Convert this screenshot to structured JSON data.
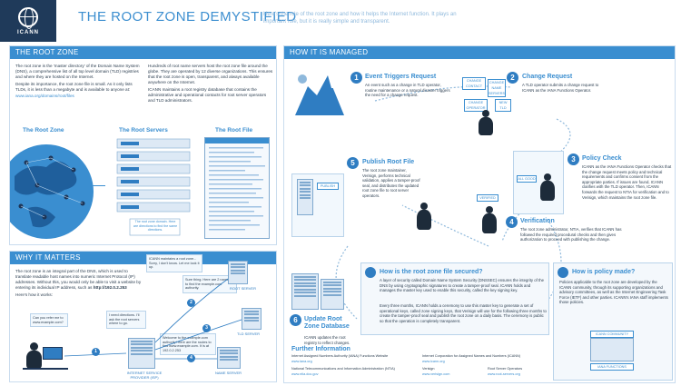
{
  "header": {
    "title": "THE ROOT ZONE DEMYSTIFIED",
    "tagline": "Here's the role of the root zone and how it helps the Internet function. It plays an important role, but it is really simple and transparent.",
    "logo_text": "ICANN"
  },
  "root_zone": {
    "heading": "THE ROOT ZONE",
    "p1": "The root zone is the 'master directory' of the Domain Name System (DNS), a comprehensive list of all top level domain (TLD) registries and where they are hosted on the Internet.",
    "p2": "Despite its importance, the root zone file is small. As it only lists TLDs, it is less than a megabyte and is available to anyone at:",
    "link": "www.iana.org/domains/root/files",
    "p3": "Hundreds of root name servers host the root zone file around the globe. They are operated by 12 diverse organizations. This ensures that the root zone is open, transparent, and always available anywhere on the Internet.",
    "p4": "ICANN maintains a root registry database that contains the administrative and operational contacts for root server operators and TLD administrators.",
    "col1": "The Root Zone",
    "col2": "The Root Servers",
    "col3": "The Root File",
    "caption": "The root zone domain. Here are directions to find the same directions."
  },
  "why": {
    "heading": "WHY IT MATTERS",
    "p1": "The root zone is an integral part of the DNS, which is used to translate readable host names into numeric Internet Protocol (IP) addresses. Without this, you would only be able to visit a website by entering its individual IP address, such as",
    "ip": "http://192.0.2.253",
    "p2": "Here's how it works:",
    "bubble1": "Can you refer me to www.example.com?",
    "bubble2": "ICANN maintains a root zone... Sorry, I don't know. Let me look it up.",
    "bubble3": "Sure thing. Here are 2 names to find the example.com authority.",
    "bubble4": "I need directions. I'll ask the root servers where to go.",
    "bubble5": "Welcome to the example.com authority! Here are the routes to find www.example.com. It is at 192.0.2.253",
    "label_tld": "TLD SERVER",
    "label_root": "ROOT SERVER",
    "label_isp": "INTERNET SERVICE PROVIDER (ISP)",
    "label_ns": "NAME SERVER",
    "n1": "1",
    "n2": "2",
    "n3": "3",
    "n4": "4"
  },
  "how": {
    "heading": "HOW IT IS MANAGED",
    "steps": [
      {
        "num": "1",
        "title": "Event Triggers Request",
        "body": "An event such as a change in TLD operator, routine maintenance or a natural disaster triggers the need for a change request."
      },
      {
        "num": "2",
        "title": "Change Request",
        "body": "A TLD operator submits a change request to ICANN as the IANA Functions Operator."
      },
      {
        "num": "3",
        "title": "Policy Check",
        "body": "ICANN as the IANA Functions Operator checks that the change request meets policy and technical requirements and confirms consent from the appropriate parties. If issues are found, ICANN clarifies with the TLD operator. Then, ICANN forwards the request to NTIA for verification and to Verisign, which maintains the root zone file."
      },
      {
        "num": "4",
        "title": "Verification",
        "body": "The root zone administrator, NTIA, verifies that ICANN has followed the required procedural checks and then gives authorization to proceed with publishing the change."
      },
      {
        "num": "5",
        "title": "Publish Root File",
        "body": "The root zone maintainer, Verisign, performs technical validation, applies a tamper-proof seal, and distributes the updated root zone file to root server operators."
      },
      {
        "num": "6",
        "title": "Update Root Zone Database",
        "body": "ICANN updates the root registry to reflect changes."
      }
    ],
    "tags": {
      "change_contact": "CHANGE CONTACT",
      "change_ns": "CHANGE NAME SERVERS",
      "change_operator": "CHANGE OPERATOR",
      "new_tld": "NEW TLD",
      "all_good": "ALL GOOD",
      "publish": "PUBLISH",
      "verified": "VERIFIED"
    },
    "secured": {
      "heading": "How is the root zone file secured?",
      "p1": "A layer of security called Domain Name System Security (DNSSEC) ensures the integrity of the DNS by using cryptographic signatures to create a tamper-proof seal. ICANN holds and manages the master key used to enable this security, called the key signing key.",
      "p2": "Every three months, ICANN holds a ceremony to use this master key to generate a set of operational keys, called zone signing keys, that Verisign will use for the following three months to create the tamper-proof seal and publish the root zone on a daily basis. The ceremony is public so that the operation is completely transparent."
    },
    "policy": {
      "heading": "How is policy made?",
      "p1": "Policies applicable to the root zone are developed by the ICANN community, through its supporting organizations and advisory committees, as well as the Internet Engineering Task Force (IETF) and other parties. ICANN's IANA staff implements those policies.",
      "label1": "ICANN COMMUNITY",
      "label2": "IANA FUNCTIONS"
    },
    "further": {
      "heading": "Further Information",
      "items": [
        {
          "label": "Internet Assigned Numbers Authority (IANA) Functions Website",
          "url": "www.iana.org"
        },
        {
          "label": "Internet Corporation for Assigned Names and Numbers (ICANN)",
          "url": "www.icann.org"
        },
        {
          "label": "National Telecommunications and Information Administration (NTIA)",
          "url": "www.ntia.doc.gov"
        },
        {
          "label": "Verisign",
          "url": "www.verisign.com"
        },
        {
          "label": "Root Server Operators",
          "url": "www.root-servers.org"
        }
      ]
    }
  }
}
